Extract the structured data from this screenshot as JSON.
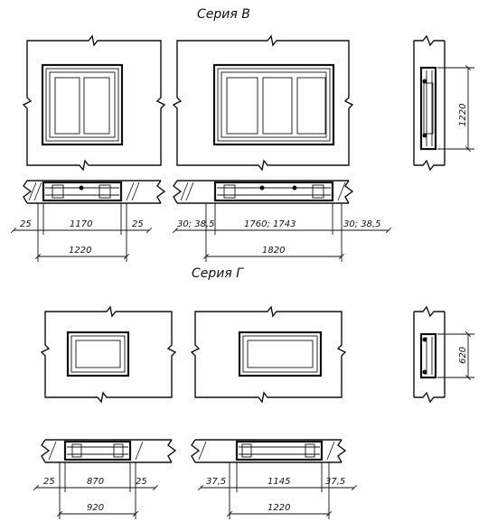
{
  "series_b": {
    "title": "Серия В",
    "dims": {
      "left_margin": "25",
      "left_inner": "1170",
      "left_margin_r": "25",
      "left_total": "1220",
      "right_margin": "30; 38,5",
      "right_inner": "1760; 1743",
      "right_margin_r": "30; 38,5",
      "right_total": "1820",
      "height": "1220"
    }
  },
  "series_g": {
    "title": "Серия Г",
    "dims": {
      "left_margin": "25",
      "left_inner": "870",
      "left_margin_r": "25",
      "left_total": "920",
      "right_margin": "37,5",
      "right_inner": "1145",
      "right_margin_r": "37,5",
      "right_total": "1220",
      "height": "620"
    }
  }
}
